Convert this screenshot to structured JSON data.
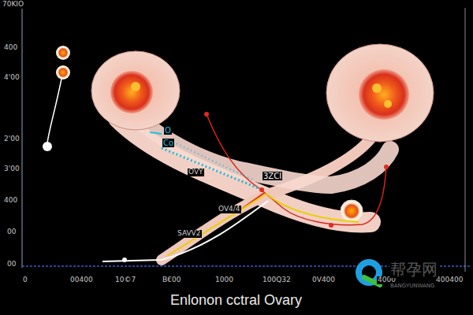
{
  "diagram": {
    "caption": "Enlonon cctral Ovary",
    "labels": [
      "70KIO",
      "400",
      "4'00",
      "2'00",
      "3'00",
      "400",
      "00",
      "00",
      "0",
      "00400",
      "10©7",
      "B€00",
      "1000",
      "100Q32",
      "0V400",
      "4000",
      "400400",
      "O",
      "Co",
      "OVY",
      "3ZCI",
      "OV4/4",
      "SAVV2",
      "帮孕网",
      "BANGYUNWANG"
    ]
  }
}
